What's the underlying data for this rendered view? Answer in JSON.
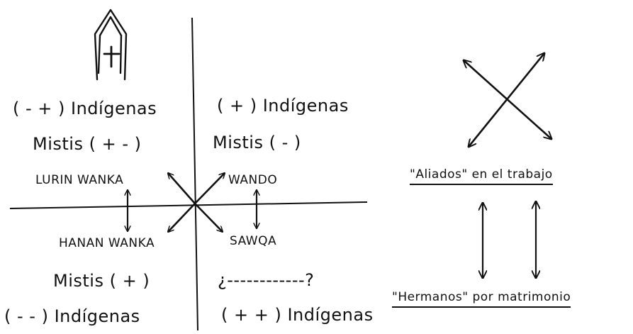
{
  "quadrants": {
    "top_left": {
      "indigenas": "( - + ) Indígenas",
      "mistis": "Mistis ( + - )",
      "group": "LURIN WANKA"
    },
    "top_right": {
      "indigenas": "( + ) Indígenas",
      "mistis": "Mistis ( - )",
      "group": "WANDO"
    },
    "bottom_left": {
      "group": "HANAN WANKA",
      "mistis": "Mistis ( + )",
      "indigenas": "( - - ) Indígenas"
    },
    "bottom_right": {
      "group": "SAWQA",
      "unknown": "¿------------?",
      "indigenas": "( + + ) Indígenas"
    }
  },
  "legend": {
    "allies_label": "\"Aliados\" en el trabajo",
    "brothers_label": "\"Hermanos\" por matrimonio"
  },
  "icons": [
    "church-icon",
    "cross-icon"
  ],
  "colors": {
    "ink": "#111111",
    "paper": "#ffffff"
  }
}
